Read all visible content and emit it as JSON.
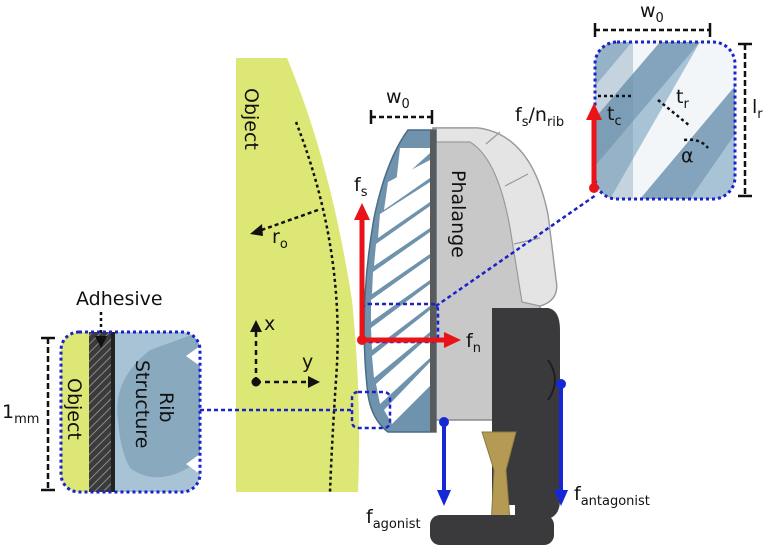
{
  "labels": {
    "object_main": "Object",
    "object_inset": "Object",
    "phalange": "Phalange",
    "adhesive": "Adhesive",
    "rib_structure_line1": "Rib",
    "rib_structure_line2": "Structure",
    "scale_1mm_main": "1",
    "scale_1mm_sub": "mm",
    "w0_main": "w",
    "w0_sub": "0",
    "w0_inset_main": "w",
    "w0_inset_sub": "0",
    "lr_main": "l",
    "lr_sub": "r",
    "tc_main": "t",
    "tc_sub": "c",
    "tr_main": "t",
    "tr_sub": "r",
    "alpha": "α",
    "ro_main": "r",
    "ro_sub": "o",
    "axis_x": "x",
    "axis_y": "y",
    "fs_main": "f",
    "fs_sub": "s",
    "fn_main": "f",
    "fn_sub": "n",
    "fs_nrib_main1": "f",
    "fs_nrib_sub1": "s",
    "fs_nrib_mid": "/n",
    "fs_nrib_sub2": "rib",
    "fagonist_main": "f",
    "fagonist_sub": "agonist",
    "fantagonist_main": "f",
    "fantagonist_sub": "antagonist"
  },
  "colors": {
    "object_fill": "#dde775",
    "rib_fill": "#6f93ad",
    "rib_light": "#a9c3d6",
    "phalange_fill": "#c8c8c8",
    "phalange_light": "#e2e2e2",
    "dark_part": "#3a3a3c",
    "tendon": "#b49a52",
    "force_red": "#e8141a",
    "force_blue": "#1628d6",
    "inset_border": "#1a22c8"
  }
}
